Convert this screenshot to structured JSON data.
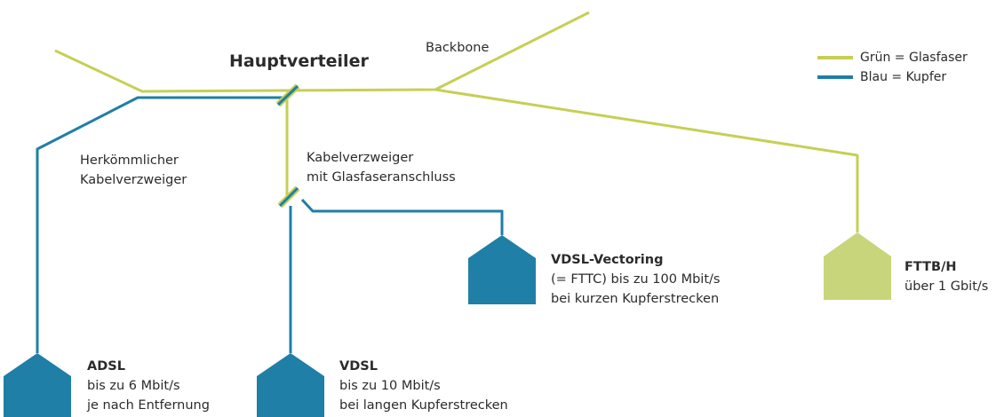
{
  "colors": {
    "fiber": "#c6cf55",
    "fiber_fill": "#c9d57a",
    "copper": "#1f7fa6"
  },
  "labels": {
    "backbone": "Backbone",
    "main_distributor": "Hauptverteiler",
    "cabinet_classic": [
      "Herkömmlicher",
      "Kabelverzweiger"
    ],
    "cabinet_fiber": [
      "Kabelverzweiger",
      "mit Glasfaseranschluss"
    ]
  },
  "legend": [
    {
      "text": "Grün = Glasfaser",
      "color": "#c6cf55"
    },
    {
      "text": "Blau = Kupfer",
      "color": "#1f7fa6"
    }
  ],
  "endpoints": [
    {
      "title": "ADSL",
      "lines": [
        "bis zu 6 Mbit/s",
        "je nach Entfernung"
      ]
    },
    {
      "title": "VDSL",
      "lines": [
        "bis zu 10 Mbit/s",
        "bei langen Kupferstrecken"
      ]
    },
    {
      "title": "VDSL-Vectoring",
      "lines": [
        "(= FTTC) bis zu 100 Mbit/s",
        "bei kurzen Kupferstrecken"
      ]
    },
    {
      "title": "FTTB/H",
      "lines": [
        "über 1 Gbit/s"
      ]
    }
  ]
}
